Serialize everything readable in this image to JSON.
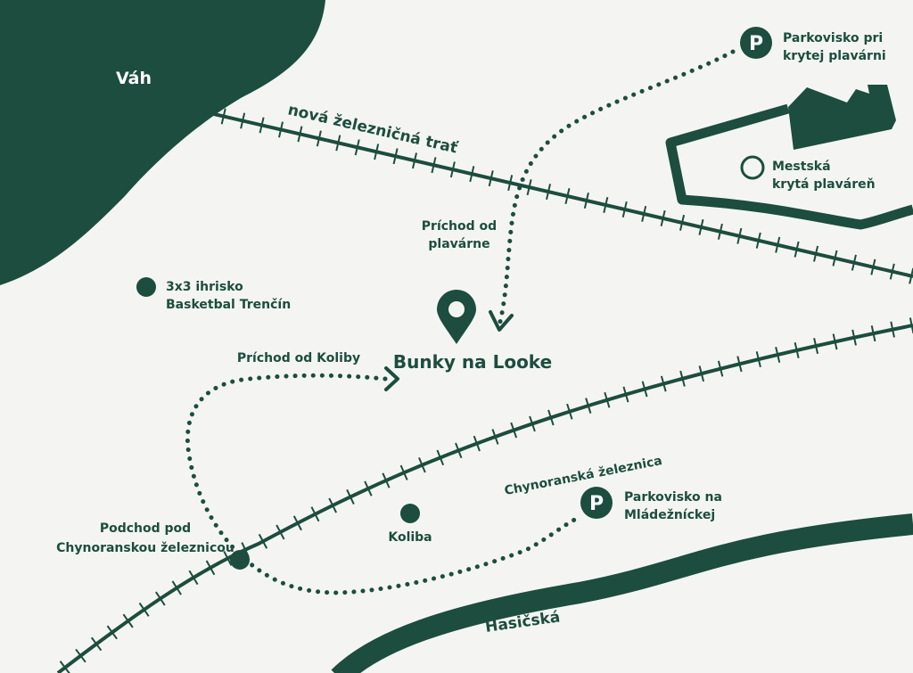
{
  "map": {
    "colors": {
      "background": "#f4f5f3",
      "ink": "#1c4d3e",
      "water": "#1c4d3e"
    },
    "labels": {
      "river": "Váh",
      "new_railway": "nová železničná trať",
      "chynorany_railway": "Chynoranská železnica",
      "street": "Hasičská",
      "destination": "Bunky na Looke",
      "entrance_pool": "Príchod od plavárne",
      "entrance_koliba": "Príchod od Koliby",
      "basketball": "3x3 ihrisko Basketbal Trenčín",
      "pool": "Mestská krytá plaváreň",
      "parking_pool": "Parkovisko pri krytej plavárni",
      "parking_youth": "Parkovisko na Mládežníckej",
      "koliba": "Koliba",
      "underpass": "Podchod pod Chynoranskou železnicou"
    },
    "parking_symbol": "P",
    "icons": [
      "location-pin-icon",
      "parking-icon",
      "poi-dot-icon",
      "open-circle-icon",
      "arrow-head-icon"
    ]
  }
}
